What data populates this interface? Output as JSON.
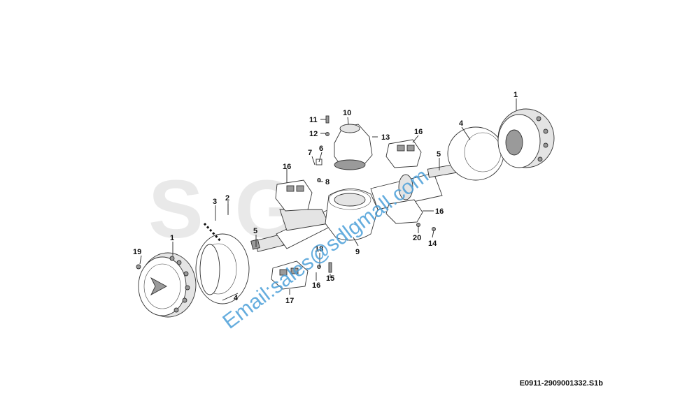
{
  "background_mark": "S  G",
  "watermark": "Email:sales@sdlgmall.com",
  "drawing_code": "E0911-2909001332.S1b",
  "callouts": {
    "c1_left": "1",
    "c1_right": "1",
    "c2": "2",
    "c3": "3",
    "c4_left": "4",
    "c4_right": "4",
    "c5_left": "5",
    "c5_right": "5",
    "c6": "6",
    "c7": "7",
    "c8": "8",
    "c9": "9",
    "c10": "10",
    "c11": "11",
    "c12": "12",
    "c13": "13",
    "c14": "14",
    "c15": "15",
    "c16_a": "16",
    "c16_b": "16",
    "c16_c": "16",
    "c16_d": "16",
    "c17": "17",
    "c18": "18",
    "c19": "19",
    "c20": "20"
  },
  "colors": {
    "watermark": "#4a9fd8",
    "background_mark": "#e9e9e9",
    "line": "#222222"
  }
}
